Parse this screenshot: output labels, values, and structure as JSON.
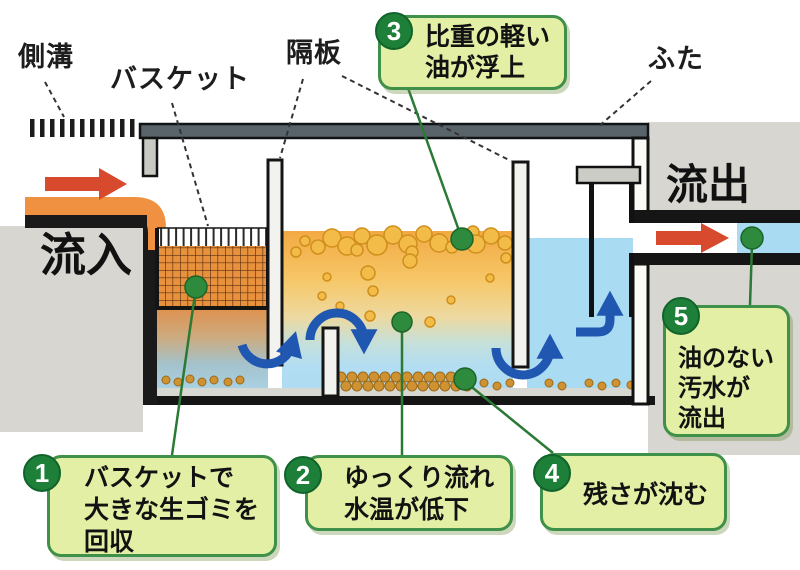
{
  "labels": {
    "gutter": "側溝",
    "basket": "バスケット",
    "partition": "隔板",
    "lid": "ふた",
    "inflow": "流入",
    "outflow": "流出"
  },
  "callouts": [
    {
      "number": "1",
      "lines": [
        "バスケットで",
        "大きな生ゴミを",
        "回収"
      ]
    },
    {
      "number": "2",
      "lines": [
        "ゆっくり流れ",
        "水温が低下"
      ]
    },
    {
      "number": "3",
      "lines": [
        "比重の軽い",
        "油が浮上"
      ]
    },
    {
      "number": "4",
      "lines": [
        "残さが沈む"
      ]
    },
    {
      "number": "5",
      "lines": [
        "油のない",
        "汚水が",
        "流出"
      ]
    }
  ],
  "colors": {
    "callout_bg": "#e3efa4",
    "callout_border": "#3f9048",
    "number_circle_green": "#1e8038",
    "leader_green": "#2a7a35",
    "marker_dot_green": "#2e8b3d",
    "water_blue": "#a9dcf2",
    "oil_orange": "#f3a943",
    "oil_blob": "#f3bb48",
    "inflow_pipe_orange": "#ef9140",
    "flow_arrow_red": "#d84a2e",
    "circulation_arrow_blue": "#2057b0",
    "lid_gray": "#59646a",
    "background_gray": "#d7d6d1",
    "sediment_brown": "#cf9232"
  }
}
